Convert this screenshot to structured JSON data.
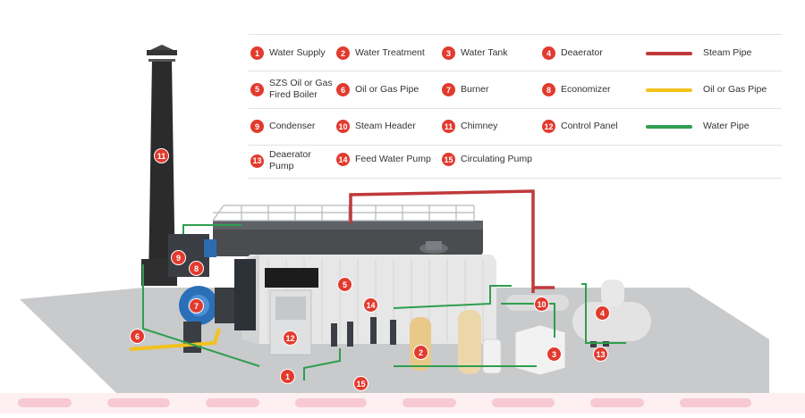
{
  "legend": {
    "items": [
      {
        "num": "1",
        "label": "Water Supply"
      },
      {
        "num": "2",
        "label": "Water Treatment"
      },
      {
        "num": "3",
        "label": "Water Tank"
      },
      {
        "num": "4",
        "label": "Deaerator"
      },
      {
        "num": "5",
        "label": "SZS Oil or Gas Fired Boiler"
      },
      {
        "num": "6",
        "label": "Oil or Gas Pipe"
      },
      {
        "num": "7",
        "label": "Burner"
      },
      {
        "num": "8",
        "label": "Economizer"
      },
      {
        "num": "9",
        "label": "Condenser"
      },
      {
        "num": "10",
        "label": "Steam Header"
      },
      {
        "num": "11",
        "label": "Chimney"
      },
      {
        "num": "12",
        "label": "Control Panel"
      },
      {
        "num": "13",
        "label": "Deaerator Pump"
      },
      {
        "num": "14",
        "label": "Feed Water Pump"
      },
      {
        "num": "15",
        "label": "Circulating Pump"
      }
    ],
    "pipes": [
      {
        "label": "Steam Pipe",
        "color": "#c0393b"
      },
      {
        "label": "Oil or Gas Pipe",
        "color": "#f2c21b"
      },
      {
        "label": "Water  Pipe",
        "color": "#2f9e4f"
      }
    ]
  },
  "colors": {
    "badge": "#e23a2e",
    "floor": "#c9cacc",
    "boiler_body": "#e9e9e9",
    "chimney": "#2a2a2a",
    "burner": "#2a6fb8",
    "steam_pipe": "#c0393b",
    "oil_pipe": "#f2c21b",
    "water_pipe": "#2f9e4f",
    "water_treatment_tank": "#e8c98a"
  },
  "scene_badges": [
    "1",
    "2",
    "3",
    "4",
    "5",
    "6",
    "7",
    "8",
    "9",
    "10",
    "11",
    "12",
    "13",
    "14",
    "15"
  ]
}
